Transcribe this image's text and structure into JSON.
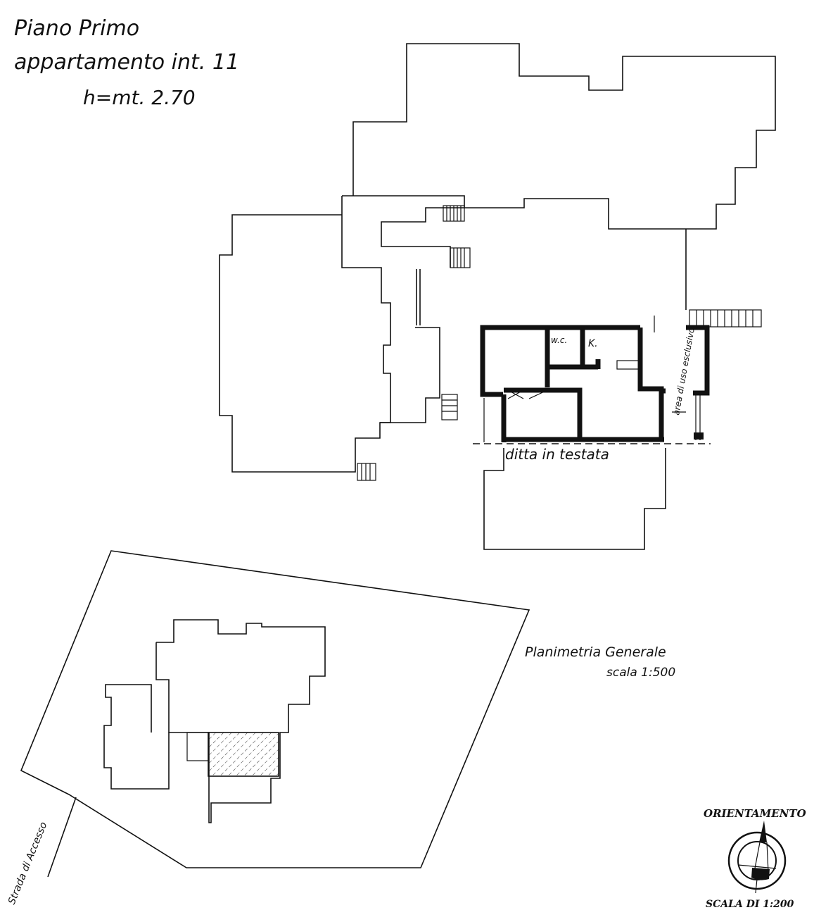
{
  "title": {
    "line1": "Piano Primo",
    "line2": "appartamento int. 11",
    "line3": "h=mt. 2.70"
  },
  "plan_labels": {
    "wc": "w.c.",
    "kitchen": "K.",
    "exclusive_area": "area di uso esclusivo",
    "frontage": "ditta in testata"
  },
  "site_plan": {
    "title": "Planimetria Generale",
    "scale": "scala 1:500",
    "road": "Strada di Accesso"
  },
  "orientation": {
    "title": "ORIENTAMENTO",
    "scale": "SCALA DI 1:200"
  }
}
